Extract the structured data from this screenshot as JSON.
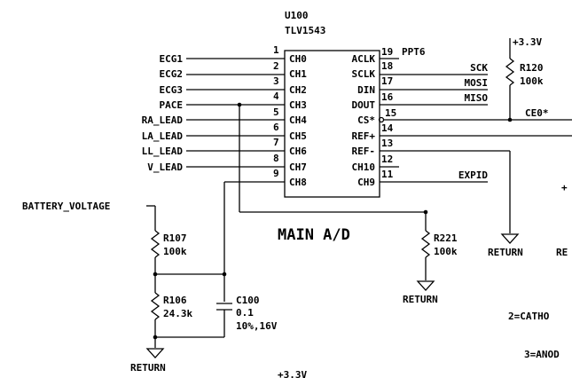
{
  "chip": {
    "ref": "U100",
    "part": "TLV1543",
    "left_pins": [
      {
        "num": "1",
        "name": "CH0",
        "net": "ECG1"
      },
      {
        "num": "2",
        "name": "CH1",
        "net": "ECG2"
      },
      {
        "num": "3",
        "name": "CH2",
        "net": "ECG3"
      },
      {
        "num": "4",
        "name": "CH3",
        "net": "PACE"
      },
      {
        "num": "5",
        "name": "CH4",
        "net": "RA_LEAD"
      },
      {
        "num": "6",
        "name": "CH5",
        "net": "LA_LEAD"
      },
      {
        "num": "7",
        "name": "CH6",
        "net": "LL_LEAD"
      },
      {
        "num": "8",
        "name": "CH7",
        "net": "V_LEAD"
      },
      {
        "num": "9",
        "name": "CH8",
        "net": ""
      }
    ],
    "right_pins": [
      {
        "num": "19",
        "name": "ACLK",
        "net": "PPT6"
      },
      {
        "num": "18",
        "name": "SCLK",
        "net": "SCK"
      },
      {
        "num": "17",
        "name": "DIN",
        "net": "MOSI"
      },
      {
        "num": "16",
        "name": "DOUT",
        "net": "MISO"
      },
      {
        "num": "15",
        "name": "CS*",
        "net": "CE0*"
      },
      {
        "num": "14",
        "name": "REF+",
        "net": ""
      },
      {
        "num": "13",
        "name": "REF-",
        "net": ""
      },
      {
        "num": "12",
        "name": "CH10",
        "net": ""
      },
      {
        "num": "11",
        "name": "CH9",
        "net": "EXPID"
      }
    ]
  },
  "block_title": "MAIN A/D",
  "battery_net": "BATTERY_VOLTAGE",
  "supply": "+3.3V",
  "supply_bottom": "+3.3V",
  "return_label": "RETURN",
  "components": {
    "r107": {
      "ref": "R107",
      "value": "100k"
    },
    "r106": {
      "ref": "R106",
      "value": "24.3k"
    },
    "c100": {
      "ref": "C100",
      "value": "0.1",
      "rating": "10%,16V"
    },
    "r120": {
      "ref": "R120",
      "value": "100k"
    },
    "r221": {
      "ref": "R221",
      "value": "100k"
    }
  },
  "edge_text": {
    "plus": "+",
    "re": "RE",
    "cathode": "2=CATHO",
    "anode": "3=ANOD"
  }
}
